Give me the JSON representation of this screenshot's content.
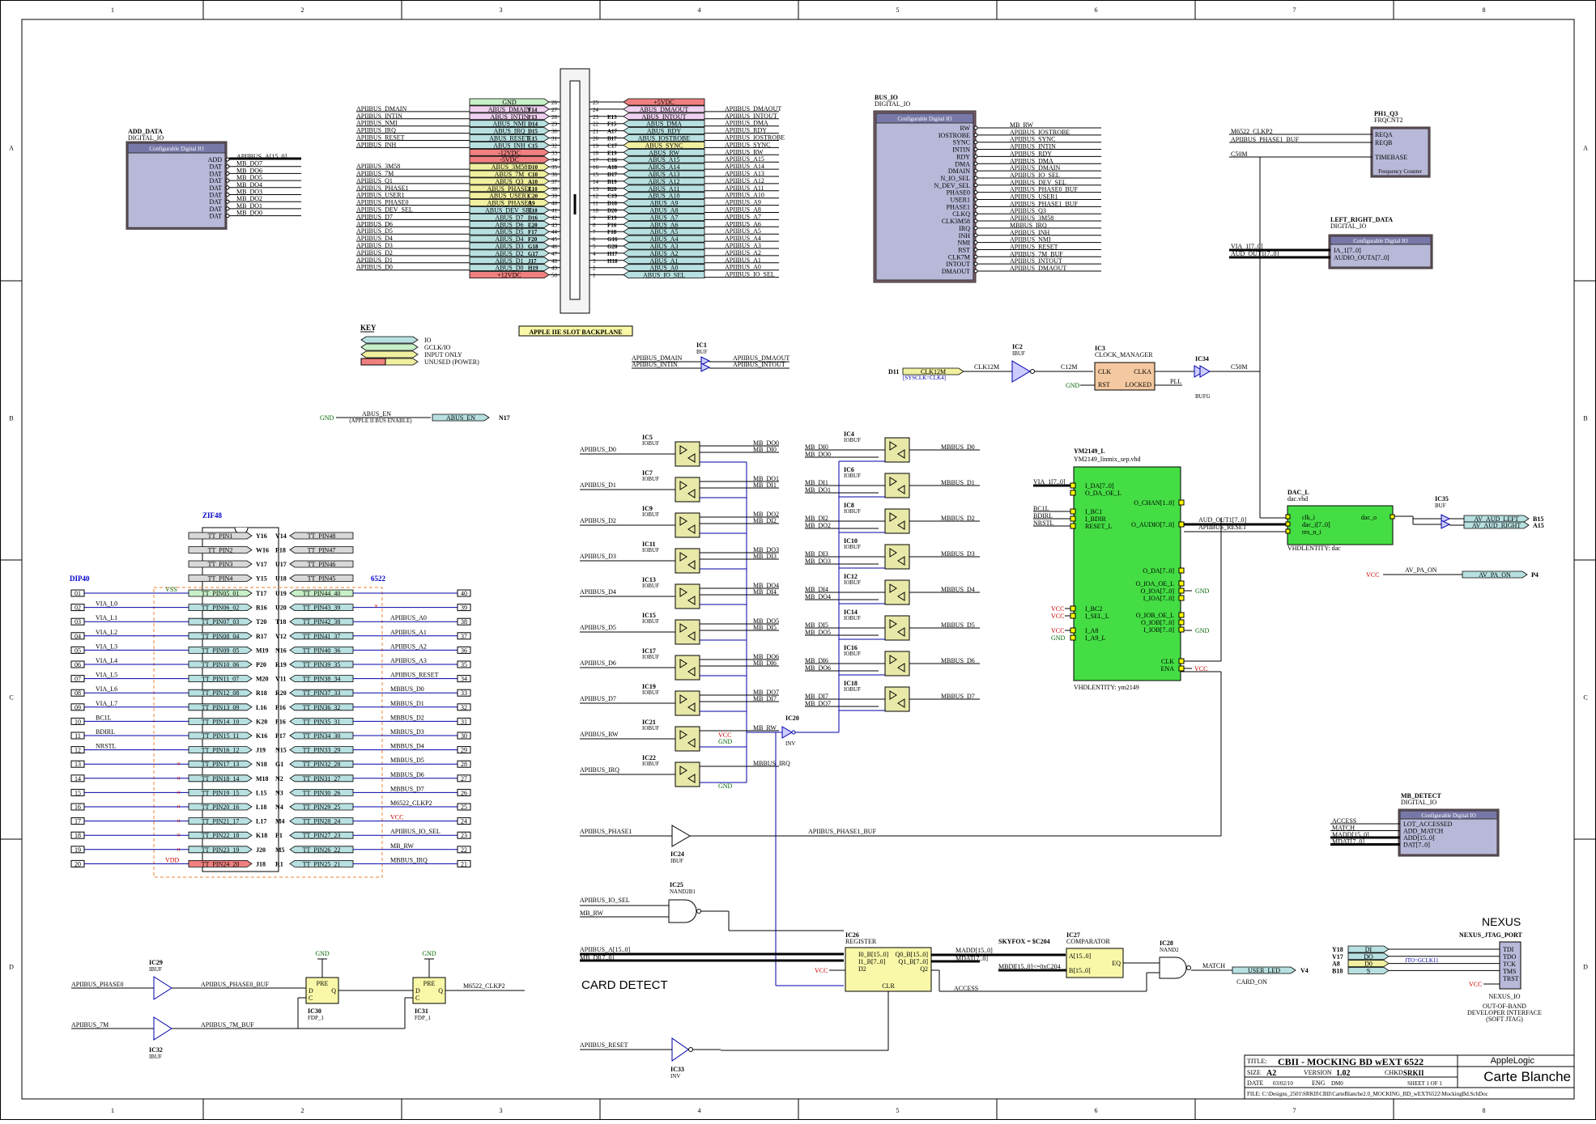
{
  "border": {
    "cols": [
      "1",
      "2",
      "3",
      "4",
      "5",
      "6",
      "7",
      "8"
    ],
    "rows": [
      "A",
      "B",
      "C",
      "D"
    ]
  },
  "add_data": {
    "name": "ADD_DATA",
    "type": "DIGITAL_IO",
    "header": "Configurable Digital IO",
    "pins": [
      "ADD",
      "DAT",
      "DAT",
      "DAT",
      "DAT",
      "DAT",
      "DAT",
      "DAT",
      "DAT"
    ],
    "nets": [
      "APIIBUS_A[15..0]",
      "MB_DO7",
      "MB_DO6",
      "MB_DO5",
      "MB_DO4",
      "MB_DO3",
      "MB_DO2",
      "MB_DO1",
      "MB_DO0"
    ]
  },
  "backplane": {
    "title": "APPLE IIE SLOT BACKPLANE",
    "left_nets": [
      "APIIBUS_DMAIN",
      "APIIBUS_INTIN",
      "APIIBUS_NMI",
      "APIIBUS_IRQ",
      "APIIBUS_RESET",
      "APIIBUS_INH",
      "APIIBUS_3M58",
      "APIIBUS_7M",
      "APIIBUS_Q1",
      "APIIBUS_PHASE1",
      "APIIBUS_USER1",
      "APIIBUS_PHASE0",
      "APIIBUS_DEV_SEL",
      "APIIBUS_D7",
      "APIIBUS_D6",
      "APIIBUS_D5",
      "APIIBUS_D4",
      "APIIBUS_D3",
      "APIIBUS_D2",
      "APIIBUS_D1",
      "APIIBUS_D0"
    ],
    "left_tags": [
      "GND",
      "ABUS_DMAIN",
      "ABUS_INTIN",
      "ABUS_NMI",
      "ABUS_IRQ",
      "ABUS_RESET",
      "ABUS_INH",
      "-12VDC",
      "-5VDC",
      "ABUS_3M58",
      "ABUS_7M",
      "ABUS_Q3",
      "ABUS_PHASE1",
      "ABUS_USER1",
      "ABUS_PHASE0",
      "ABUS_DEV_SEL",
      "ABUS_D7",
      "ABUS_D6",
      "ABUS_D5",
      "ABUS_D4",
      "ABUS_D3",
      "ABUS_D2",
      "ABUS_D1",
      "ABUS_D0",
      "+12VDC"
    ],
    "left_pins": [
      "",
      "F14",
      "F13",
      "D14",
      "D15",
      "E15",
      "C15",
      "",
      "",
      "D10",
      "C10",
      "A10",
      "E10",
      "C20",
      "A9",
      "E18",
      "D16",
      "E20",
      "F17",
      "F20",
      "G18",
      "G17",
      "J17",
      "H19",
      ""
    ],
    "right_tags": [
      "+5VDC",
      "ABUS_DMAOUT",
      "ABUS_INTOUT",
      "ABUS_DMA",
      "ABUS_RDY",
      "ABUS_IOSTROBE",
      "ABUS_SYNC",
      "ABUS_RW",
      "ABUS_A15",
      "ABUS_A14",
      "ABUS_A13",
      "ABUS_A12",
      "ABUS_A11",
      "ABUS_A10",
      "ABUS_A9",
      "ABUS_A8",
      "ABUS_A7",
      "ABUS_A6",
      "ABUS_A5",
      "ABUS_A4",
      "ABUS_A3",
      "ABUS_A2",
      "ABUS_A1",
      "ABUS_A0",
      "ABUS_IO_SEL"
    ],
    "right_pins": [
      "",
      "E13",
      "F15",
      "A17",
      "B17",
      "C17",
      "E19",
      "C16",
      "A18",
      "D17",
      "B19",
      "B20",
      "C19",
      "D18",
      "D20",
      "E19",
      "F16",
      "F18",
      "G16",
      "G20",
      "H17",
      "H18",
      "",
      ""
    ],
    "right_nets": [
      "APIIBUS_DMAOUT",
      "APIIBUS_INTOUT",
      "APIIBUS_DMA",
      "APIIBUS_RDY",
      "APIIBUS_IOSTROBE",
      "APIIBUS_SYNC",
      "APIIBUS_RW",
      "APIIBUS_A15",
      "APIIBUS_A14",
      "APIIBUS_A13",
      "APIIBUS_A12",
      "APIIBUS_A11",
      "APIIBUS_A10",
      "APIIBUS_A9",
      "APIIBUS_A8",
      "APIIBUS_A7",
      "APIIBUS_A6",
      "APIIBUS_A5",
      "APIIBUS_A4",
      "APIIBUS_A3",
      "APIIBUS_A2",
      "APIIBUS_A1",
      "APIIBUS_A0",
      "APIIBUS_IO_SEL"
    ],
    "left_nums": [
      "26",
      "27",
      "28",
      "29",
      "30",
      "31",
      "32",
      "33",
      "34",
      "35",
      "36",
      "37",
      "38",
      "39",
      "40",
      "41",
      "42",
      "43",
      "44",
      "45",
      "46",
      "47",
      "48",
      "49",
      "50"
    ],
    "right_nums": [
      "25",
      "24",
      "23",
      "22",
      "21",
      "20",
      "19",
      "18",
      "17",
      "16",
      "15",
      "14",
      "13",
      "12",
      "11",
      "10",
      "9",
      "8",
      "7",
      "6",
      "5",
      "4",
      "3",
      "2",
      "1"
    ]
  },
  "key": {
    "title": "KEY",
    "items": [
      "IO",
      "GCLK/IO",
      "INPUT ONLY",
      "UNUSED (POWER)"
    ]
  },
  "abus_en": {
    "gnd": "GND",
    "net": "ABUS_EN",
    "note": "(APPLE II BUS ENABLE)",
    "tag": "ABUS_EN",
    "pin": "N17"
  },
  "ic1": {
    "ref": "IC1",
    "type": "BUF",
    "in1": "APIIBUS_DMAIN",
    "in2": "APIIBUS_INTIN",
    "out1": "APIIBUS_DMAOUT",
    "out2": "APIIBUS_INTOUT"
  },
  "bus_io": {
    "name": "BUS_IO",
    "type": "DIGITAL_IO",
    "header": "Configurable Digital IO",
    "pins": [
      "RW",
      "IOSTROBE",
      "SYNC",
      "INTIN",
      "RDY",
      "DMA",
      "DMAIN",
      "N_IO_SEL",
      "N_DEV_SEL",
      "PHASE0",
      "USER1",
      "PHASE1",
      "CLKQ",
      "CLK3M58",
      "IRQ",
      "INH",
      "NMI",
      "RST",
      "CLK7M",
      "INTOUT",
      "DMAOUT"
    ],
    "nets": [
      "MB_RW",
      "APIIBUS_IOSTROBE",
      "APIIBUS_SYNC",
      "APIIBUS_INTIN",
      "APIIBUS_RDY",
      "APIIBUS_DMA",
      "APIIBUS_DMAIN",
      "APIIBUS_IO_SEL",
      "APIIBUS_DEV_SEL",
      "APIIBUS_PHASE0_BUF",
      "APIIBUS_USER1",
      "APIIBUS_PHASE1_BUF",
      "APIIBUS_Q3",
      "APIIBUS_3M58",
      "MBBUS_IRQ",
      "APIIBUS_INH",
      "APIIBUS_NMI",
      "APIIBUS_RESET",
      "APIIBUS_7M_BUF",
      "APIIBUS_INTOUT",
      "APIIBUS_DMAOUT"
    ]
  },
  "ph1_q3": {
    "ref": "PH1_Q3",
    "type": "FRQCNT2",
    "pins": [
      "REQA",
      "REQB",
      "TIMEBASE"
    ],
    "footer": "Frequency Counter",
    "nets": [
      "M6522_CLKP2",
      "APIIBUS_PHASE1_BUF",
      "C50M"
    ]
  },
  "left_right_data": {
    "name": "LEFT_RIGHT_DATA",
    "type": "DIGITAL_IO",
    "header": "Configurable Digital IO",
    "pins": [
      "IA_1[7..0]",
      "AUDIO_OUTA[7..0]"
    ],
    "nets": [
      "VIA_1[7..0]",
      "AUD_OUT1[7..0]"
    ]
  },
  "clock": {
    "d11": "D11",
    "tag": "CLK12M",
    "tagnote": "[SYSCLK=CLK4]",
    "net1": "CLK12M",
    "ic2": "IC2",
    "ic2t": "IBUF",
    "net2": "C12M",
    "ic3": "IC3",
    "ic3t": "CLOCK_MANAGER",
    "pins": [
      "CLK",
      "RST",
      "CLKA",
      "LOCKED"
    ],
    "gnd": "GND",
    "pll": "PLL",
    "ic34": "IC34",
    "ic34t": "BUFG",
    "net3": "C50M"
  },
  "iobufs_left": [
    {
      "ref": "IC5",
      "in": "APIIBUS_D0",
      "o1": "MB_DO0",
      "o2": "MB_DI0"
    },
    {
      "ref": "IC7",
      "in": "APIIBUS_D1",
      "o1": "MB_DO1",
      "o2": "MB_DI1"
    },
    {
      "ref": "IC9",
      "in": "APIIBUS_D2",
      "o1": "MB_DO2",
      "o2": "MB_DI2"
    },
    {
      "ref": "IC11",
      "in": "APIIBUS_D3",
      "o1": "MB_DO3",
      "o2": "MB_DI3"
    },
    {
      "ref": "IC13",
      "in": "APIIBUS_D4",
      "o1": "MB_DO4",
      "o2": "MB_DI4"
    },
    {
      "ref": "IC15",
      "in": "APIIBUS_D5",
      "o1": "MB_DO5",
      "o2": "MB_DI5"
    },
    {
      "ref": "IC17",
      "in": "APIIBUS_D6",
      "o1": "MB_DO6",
      "o2": "MB_DI6"
    },
    {
      "ref": "IC19",
      "in": "APIIBUS_D7",
      "o1": "MB_DO7",
      "o2": "MB_DI7"
    },
    {
      "ref": "IC21",
      "in": "APIIBUS_RW",
      "o1": "MB_RW",
      "o2": ""
    },
    {
      "ref": "IC22",
      "in": "APIIBUS_IRQ",
      "o1": "MBBUS_IRQ",
      "o2": ""
    }
  ],
  "iobufs_right": [
    {
      "ref": "IC4",
      "i1": "MB_DI0",
      "i2": "MB_DO0",
      "out": "MBBUS_D0"
    },
    {
      "ref": "IC6",
      "i1": "MB_DI1",
      "i2": "MB_DO1",
      "out": "MBBUS_D1"
    },
    {
      "ref": "IC8",
      "i1": "MB_DI2",
      "i2": "MB_DO2",
      "out": "MBBUS_D2"
    },
    {
      "ref": "IC10",
      "i1": "MB_DI3",
      "i2": "MB_DO3",
      "out": "MBBUS_D3"
    },
    {
      "ref": "IC12",
      "i1": "MB_DI4",
      "i2": "MB_DO4",
      "out": "MBBUS_D4"
    },
    {
      "ref": "IC14",
      "i1": "MB_DI5",
      "i2": "MB_DO5",
      "out": "MBBUS_D5"
    },
    {
      "ref": "IC16",
      "i1": "MB_DI6",
      "i2": "MB_DO6",
      "out": "MBBUS_D6"
    },
    {
      "ref": "IC18",
      "i1": "MB_DI7",
      "i2": "MB_DO7",
      "out": "MBBUS_D7"
    }
  ],
  "iobuf_type": "IOBUF",
  "ic20": {
    "ref": "IC20",
    "type": "INV"
  },
  "vcc": "VCC",
  "gnd": "GND",
  "ic24": {
    "ref": "IC24",
    "type": "IBUF",
    "in": "APIIBUS_PHASE1",
    "out": "APIIBUS_PHASE1_BUF"
  },
  "ic25": {
    "ref": "IC25",
    "type": "NAND2B1",
    "in1": "APIIBUS_IO_SEL",
    "in2": "MB_RW"
  },
  "ym2149": {
    "name": "YM2149_L",
    "file": "YM2149_linmix_sep.vhd",
    "footer": "VHDLENTITY: ym2149",
    "lpins": [
      "I_DA[7..0]",
      "O_DA_OE_L",
      "I_BC1",
      "I_BDIR",
      "RESET_L",
      "I_BC2",
      "I_SEL_L",
      "I_A8",
      "I_A9_L"
    ],
    "rpins": [
      "O_CHAN[1..0]",
      "O_AUDIO[7..0]",
      "O_DA[7..0]",
      "O_IOA_OE_L",
      "O_IOA[7..0]",
      "I_IOA[7..0]",
      "O_IOB_OE_L",
      "O_IOB[7..0]",
      "I_IOB[7..0]",
      "CLK",
      "ENA"
    ],
    "lnets": [
      "VIA_1[7..0]",
      "BC1L",
      "BDIRL",
      "NRSTL"
    ],
    "out": "AUD_OUT1[7..0]",
    "rst": "APIIBUS_RESET"
  },
  "dac": {
    "name": "DAC_L",
    "file": "dac.vhd",
    "pins": [
      "clk_i",
      "dac_i[7..0]",
      "res_n_i",
      "dac_o"
    ],
    "footer": "VHDLENTITY: dac"
  },
  "ic35": {
    "ref": "IC35",
    "type": "BUF",
    "t1": "AV_AUD_LEFT",
    "t2": "AV_AUD_RIGHT",
    "p1": "B15",
    "p2": "A15"
  },
  "av_pa": {
    "net": "AV_PA_ON",
    "tag": "AV_PA_ON",
    "pin": "P4"
  },
  "mb_detect": {
    "name": "MB_DETECT",
    "type": "DIGITAL_IO",
    "header": "Configurable Digital IO",
    "pins": [
      "LOT_ACCESSED",
      "ADD_MATCH",
      "ADD[15..0]",
      "DAT[7..0]"
    ],
    "nets": [
      "ACCESS",
      "MATCH",
      "MADD[15..0]",
      "MDAT[7..0]"
    ]
  },
  "zif": {
    "title": "ZIF48",
    "dip": "DIP40",
    "chip": "6522",
    "top_left": [
      "TT_PIN1",
      "TT_PIN2",
      "TT_PIN3",
      "TT_PIN4"
    ],
    "top_left_pins": [
      "Y16",
      "W16",
      "V17",
      "Y15"
    ],
    "top_right": [
      "TT_PIN48",
      "TT_PIN47",
      "TT_PIN46",
      "TT_PIN45"
    ],
    "top_right_pins": [
      "V14",
      "P18",
      "U17",
      "U18"
    ],
    "left_pins": [
      "T17",
      "R16",
      "T20",
      "R17",
      "M19",
      "P20",
      "M20",
      "R18",
      "L16",
      "K20",
      "K16",
      "J19",
      "N18",
      "M18",
      "L15",
      "L18",
      "L17",
      "K18",
      "J20",
      "J18"
    ],
    "right_pins": [
      "U19",
      "U20",
      "T18",
      "V12",
      "N16",
      "R19",
      "V11",
      "R20",
      "P16",
      "F16",
      "P17",
      "N15",
      "G1",
      "N2",
      "N3",
      "N4",
      "M4",
      "P1",
      "M5",
      "R1"
    ],
    "lnums": [
      "01",
      "02",
      "03",
      "04",
      "05",
      "06",
      "07",
      "08",
      "09",
      "10",
      "11",
      "12",
      "13",
      "14",
      "15",
      "16",
      "17",
      "18",
      "19",
      "20"
    ],
    "rnums": [
      "40",
      "39",
      "38",
      "37",
      "36",
      "35",
      "34",
      "33",
      "32",
      "31",
      "30",
      "29",
      "28",
      "27",
      "26",
      "25",
      "24",
      "23",
      "22",
      "21"
    ],
    "lnets": [
      "VSS",
      "VIA_L0",
      "VIA_L1",
      "VIA_L2",
      "VIA_L3",
      "VIA_L4",
      "VIA_L5",
      "VIA_L6",
      "VIA_L7",
      "BC1L",
      "BDIRL",
      "NRSTL",
      "",
      "",
      "",
      "",
      "",
      "",
      "",
      "VDD"
    ],
    "rnets": [
      "",
      "",
      "APIIBUS_A0",
      "APIIBUS_A1",
      "APIIBUS_A2",
      "APIIBUS_A3",
      "APIIBUS_RESET",
      "MBBUS_D0",
      "MBBUS_D1",
      "MBBUS_D2",
      "MBBUS_D3",
      "MBBUS_D4",
      "MBBUS_D5",
      "MBBUS_D6",
      "MBBUS_D7",
      "M6522_CLKP2",
      "VCC",
      "APIIBUS_IO_SEL",
      "MB_RW",
      "MBBUS_IRQ"
    ],
    "inner_left": [
      "TT_PIN05_01",
      "TT_PIN06_02",
      "TT_PIN07_03",
      "TT_PIN08_04",
      "TT_PIN09_05",
      "TT_PIN10_06",
      "TT_PIN11_07",
      "TT_PIN12_08",
      "TT_PIN13_09",
      "TT_PIN14_10",
      "TT_PIN15_11",
      "TT_PIN16_12",
      "TT_PIN17_13",
      "TT_PIN18_14",
      "TT_PIN19_15",
      "TT_PIN20_16",
      "TT_PIN21_17",
      "TT_PIN22_18",
      "TT_PIN23_19",
      "TT_PIN24_20"
    ],
    "inner_right": [
      "TT_PIN44_40",
      "TT_PIN43_39",
      "TT_PIN42_38",
      "TT_PIN41_37",
      "TT_PIN40_36",
      "TT_PIN39_35",
      "TT_PIN38_34",
      "TT_PIN37_33",
      "TT_PIN36_32",
      "TT_PIN35_31",
      "TT_PIN34_30",
      "TT_PIN33_29",
      "TT_PIN32_28",
      "TT_PIN31_27",
      "TT_PIN30_26",
      "TT_PIN29_25",
      "TT_PIN28_24",
      "TT_PIN27_23",
      "TT_PIN26_22",
      "TT_PIN25_21"
    ]
  },
  "ff": {
    "ic29": "IC29",
    "ic29t": "IBUF",
    "ic30": "IC30",
    "ic30t": "FDP_1",
    "ic31": "IC31",
    "ic31t": "FDP_1",
    "ic32": "IC32",
    "ic32t": "IBUF",
    "n1": "APIIBUS_PHASE0",
    "n2": "APIIBUS_PHASE0_BUF",
    "n3": "M6522_CLKP2",
    "n4": "APIIBUS_7M",
    "n5": "APIIBUS_7M_BUF",
    "pre": "PRE",
    "d": "D",
    "c": "C",
    "q": "Q",
    "gnd": "GND"
  },
  "card_detect": {
    "title": "CARD DETECT",
    "ic26": "IC26",
    "ic26t": "REGISTER",
    "regpins": [
      "I0_B[15..0]",
      "I1_B[7..0]",
      "D2",
      "Q0_B[15..0]",
      "Q1_B[7..0]",
      "Q2",
      "CLR"
    ],
    "in1": "APIIBUS_A[15..0]",
    "in2": "MB_DI[7..0]",
    "o1": "MADD[15..0]",
    "o2": "MDAT[7..0]",
    "o3": "ACCESS",
    "sky": "SKYFOX = $C204",
    "ic27": "IC27",
    "ic27t": "COMPARATOR",
    "cmp_a": "A[15..0]",
    "cmp_b": "B[15..0]",
    "cmp_eq": "EQ",
    "mbdi": "MBDI[15..0]<=0xC204",
    "ic28": "IC28",
    "ic28t": "NAND2",
    "match": "MATCH",
    "led": "USER_LED",
    "led_pin": "V4",
    "card_on": "CARD_ON",
    "ic33": "IC33",
    "ic33t": "INV",
    "rst": "APIIBUS_RESET"
  },
  "nexus": {
    "title": "NEXUS",
    "port": "NEXUS_JTAG_PORT",
    "pins": [
      "Y18",
      "V17",
      "A8",
      "B18"
    ],
    "tags": [
      "DI",
      "DO",
      "D0",
      "S"
    ],
    "gclk": "JTO=GCLK11",
    "jp": [
      "TDI",
      "TDO",
      "TCK",
      "TMS",
      "TRST"
    ],
    "name": "NEXUS_IO",
    "desc1": "OUT-OF-BAND",
    "desc2": "DEVELOPER INTERFACE",
    "desc3": "(SOFT JTAG)"
  },
  "title_block": {
    "title_lbl": "TITLE:",
    "title": "CBII - MOCKING BD wEXT 6522",
    "size_lbl": "SIZE",
    "size": "A2",
    "ver_lbl": "VERSION",
    "ver": "1.02",
    "chkd_lbl": "CHKD",
    "chkd": "SRKII",
    "date_lbl": "DATE",
    "date": "03/02/10",
    "eng_lbl": "ENG",
    "eng": "DM0",
    "sheet": "SHEET 1 OF 1",
    "file": "FILE: C:\\Designs_2501\\SRKII\\CBII\\CarteBlanche2.0_MOCKING_BD_wEXT6522\\MockingBd.SchDoc",
    "logo1": "AppleLogic",
    "logo2": "Carte Blanche"
  }
}
